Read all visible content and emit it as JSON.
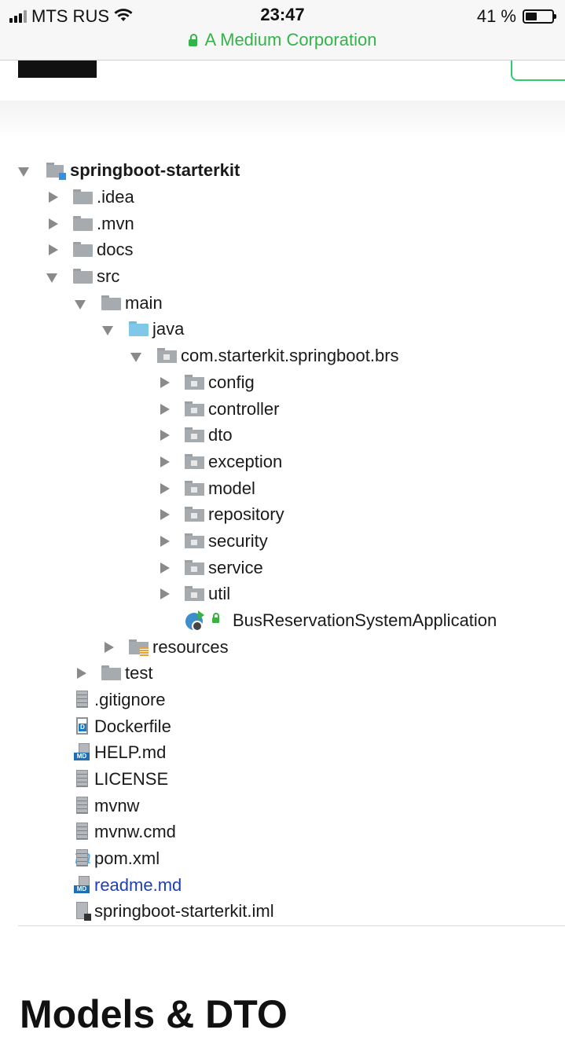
{
  "status_bar": {
    "carrier": "MTS RUS",
    "time": "23:47",
    "battery": "41 %",
    "battery_level": 0.41,
    "url": "A Medium Corporation"
  },
  "tree": {
    "root": "springboot-starterkit",
    "items": [
      {
        "label": ".idea"
      },
      {
        "label": ".mvn"
      },
      {
        "label": "docs"
      },
      {
        "label": "src"
      },
      {
        "label": "main"
      },
      {
        "label": "java"
      },
      {
        "label": "com.starterkit.springboot.brs"
      },
      {
        "label": "config"
      },
      {
        "label": "controller"
      },
      {
        "label": "dto"
      },
      {
        "label": "exception"
      },
      {
        "label": "model"
      },
      {
        "label": "repository"
      },
      {
        "label": "security"
      },
      {
        "label": "service"
      },
      {
        "label": "util"
      },
      {
        "label": "BusReservationSystemApplication"
      },
      {
        "label": "resources"
      },
      {
        "label": "test"
      },
      {
        "label": ".gitignore"
      },
      {
        "label": "Dockerfile"
      },
      {
        "label": "HELP.md"
      },
      {
        "label": "LICENSE"
      },
      {
        "label": "mvnw"
      },
      {
        "label": "mvnw.cmd"
      },
      {
        "label": "pom.xml"
      },
      {
        "label": "readme.md"
      },
      {
        "label": "springboot-starterkit.iml"
      }
    ]
  },
  "article": {
    "next_heading": "Models & DTO"
  }
}
